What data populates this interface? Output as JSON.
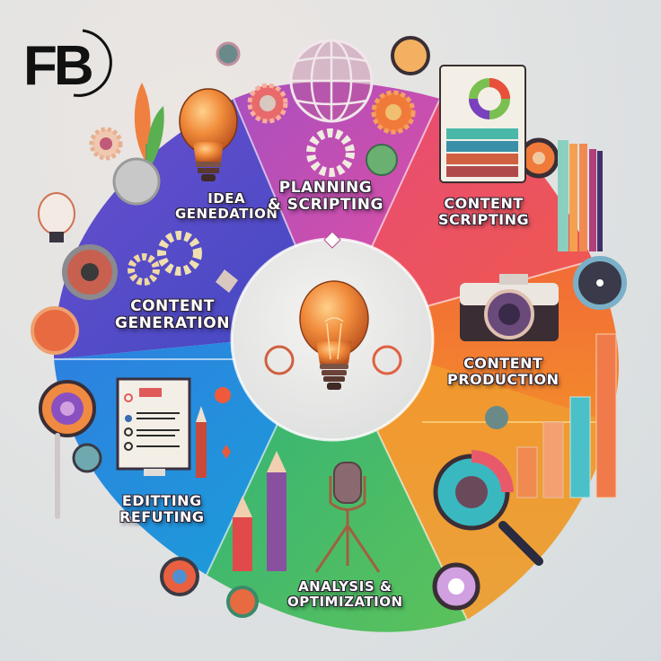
{
  "logo": {
    "text": "FB"
  },
  "center": {
    "icon": "lightbulb-icon"
  },
  "stages": [
    {
      "id": "idea-generation",
      "label_line1": "IDEA",
      "label_line2": "GENEDATION",
      "color": "#5b4fc9",
      "icon": "lightbulb-icon"
    },
    {
      "id": "planning-scripting",
      "label_line1": "PLANNING",
      "label_line2": "& SCRIPTING",
      "color": "#d94fa8",
      "icon": "globe-icon"
    },
    {
      "id": "content-scripting",
      "label_line1": "CONTENT",
      "label_line2": "SCRIPTING",
      "color": "#e8466e",
      "icon": "color-palette-document-icon"
    },
    {
      "id": "content-production",
      "label_line1": "CONTENT",
      "label_line2": "PRODUCTION",
      "color": "#f0782a",
      "icon": "camera-icon"
    },
    {
      "id": "analysis-optimization",
      "label_line1": "ANALYSIS &",
      "label_line2": "OPTIMIZATION",
      "color": "#3fb56a",
      "icon": "microphone-icon"
    },
    {
      "id": "editting-refuting",
      "label_line1": "EDITTING",
      "label_line2": "REFUTING",
      "color": "#1f8fd8",
      "icon": "checklist-monitor-icon"
    },
    {
      "id": "content-generation",
      "label_line1": "CONTENT",
      "label_line2": "GENERATION",
      "color": "#4c4fc4",
      "icon": "gears-icon"
    }
  ],
  "colors": {
    "background": "#e2e3e3",
    "center_disc": "#e9e9e6",
    "bulb_orange": "#e5782a",
    "text_outline": "#2a2030"
  },
  "bar_chart_decoration": {
    "icon": "bar-chart-icon",
    "bars": 4
  },
  "magnifier_decoration": {
    "icon": "magnifier-icon"
  }
}
